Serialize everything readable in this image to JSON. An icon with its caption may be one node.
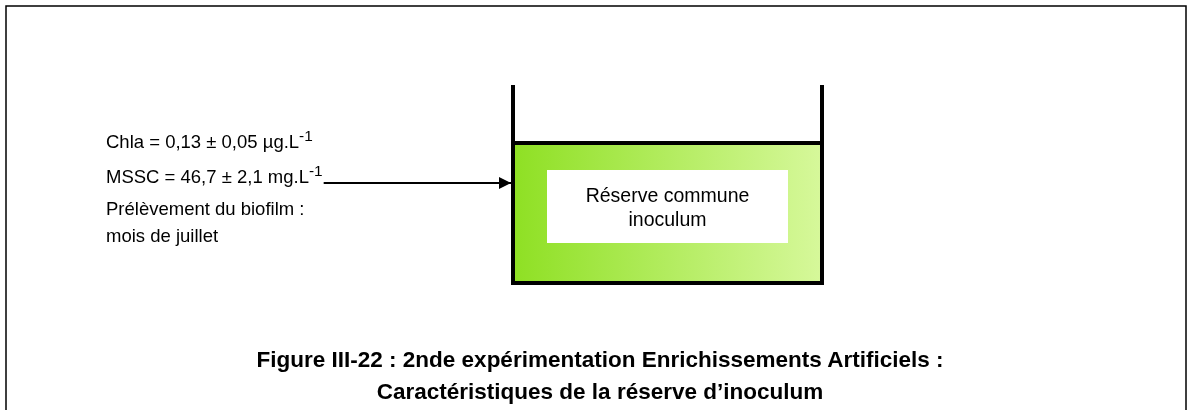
{
  "diagram": {
    "caption": "Figure III-22 : 2nde expérimentation Enrichissements Artificiels : Caractéristiques de la réserve d’inoculum",
    "nodes": [
      {
        "text": [
          "Chla = 0,13 ± 0,05 µg.L$^{-1}$",
          "MSSC = 46,7 ± 2,1 mg.L$^{-1}$",
          "Prélèvement du biofilm : mois de juillet"
        ]
      },
      {
        "text": [
          "Réserve commune inoculum"
        ]
      }
    ],
    "edges": [
      {
        "from": 0,
        "to": 1,
        "arrow": "to"
      }
    ]
  }
}
